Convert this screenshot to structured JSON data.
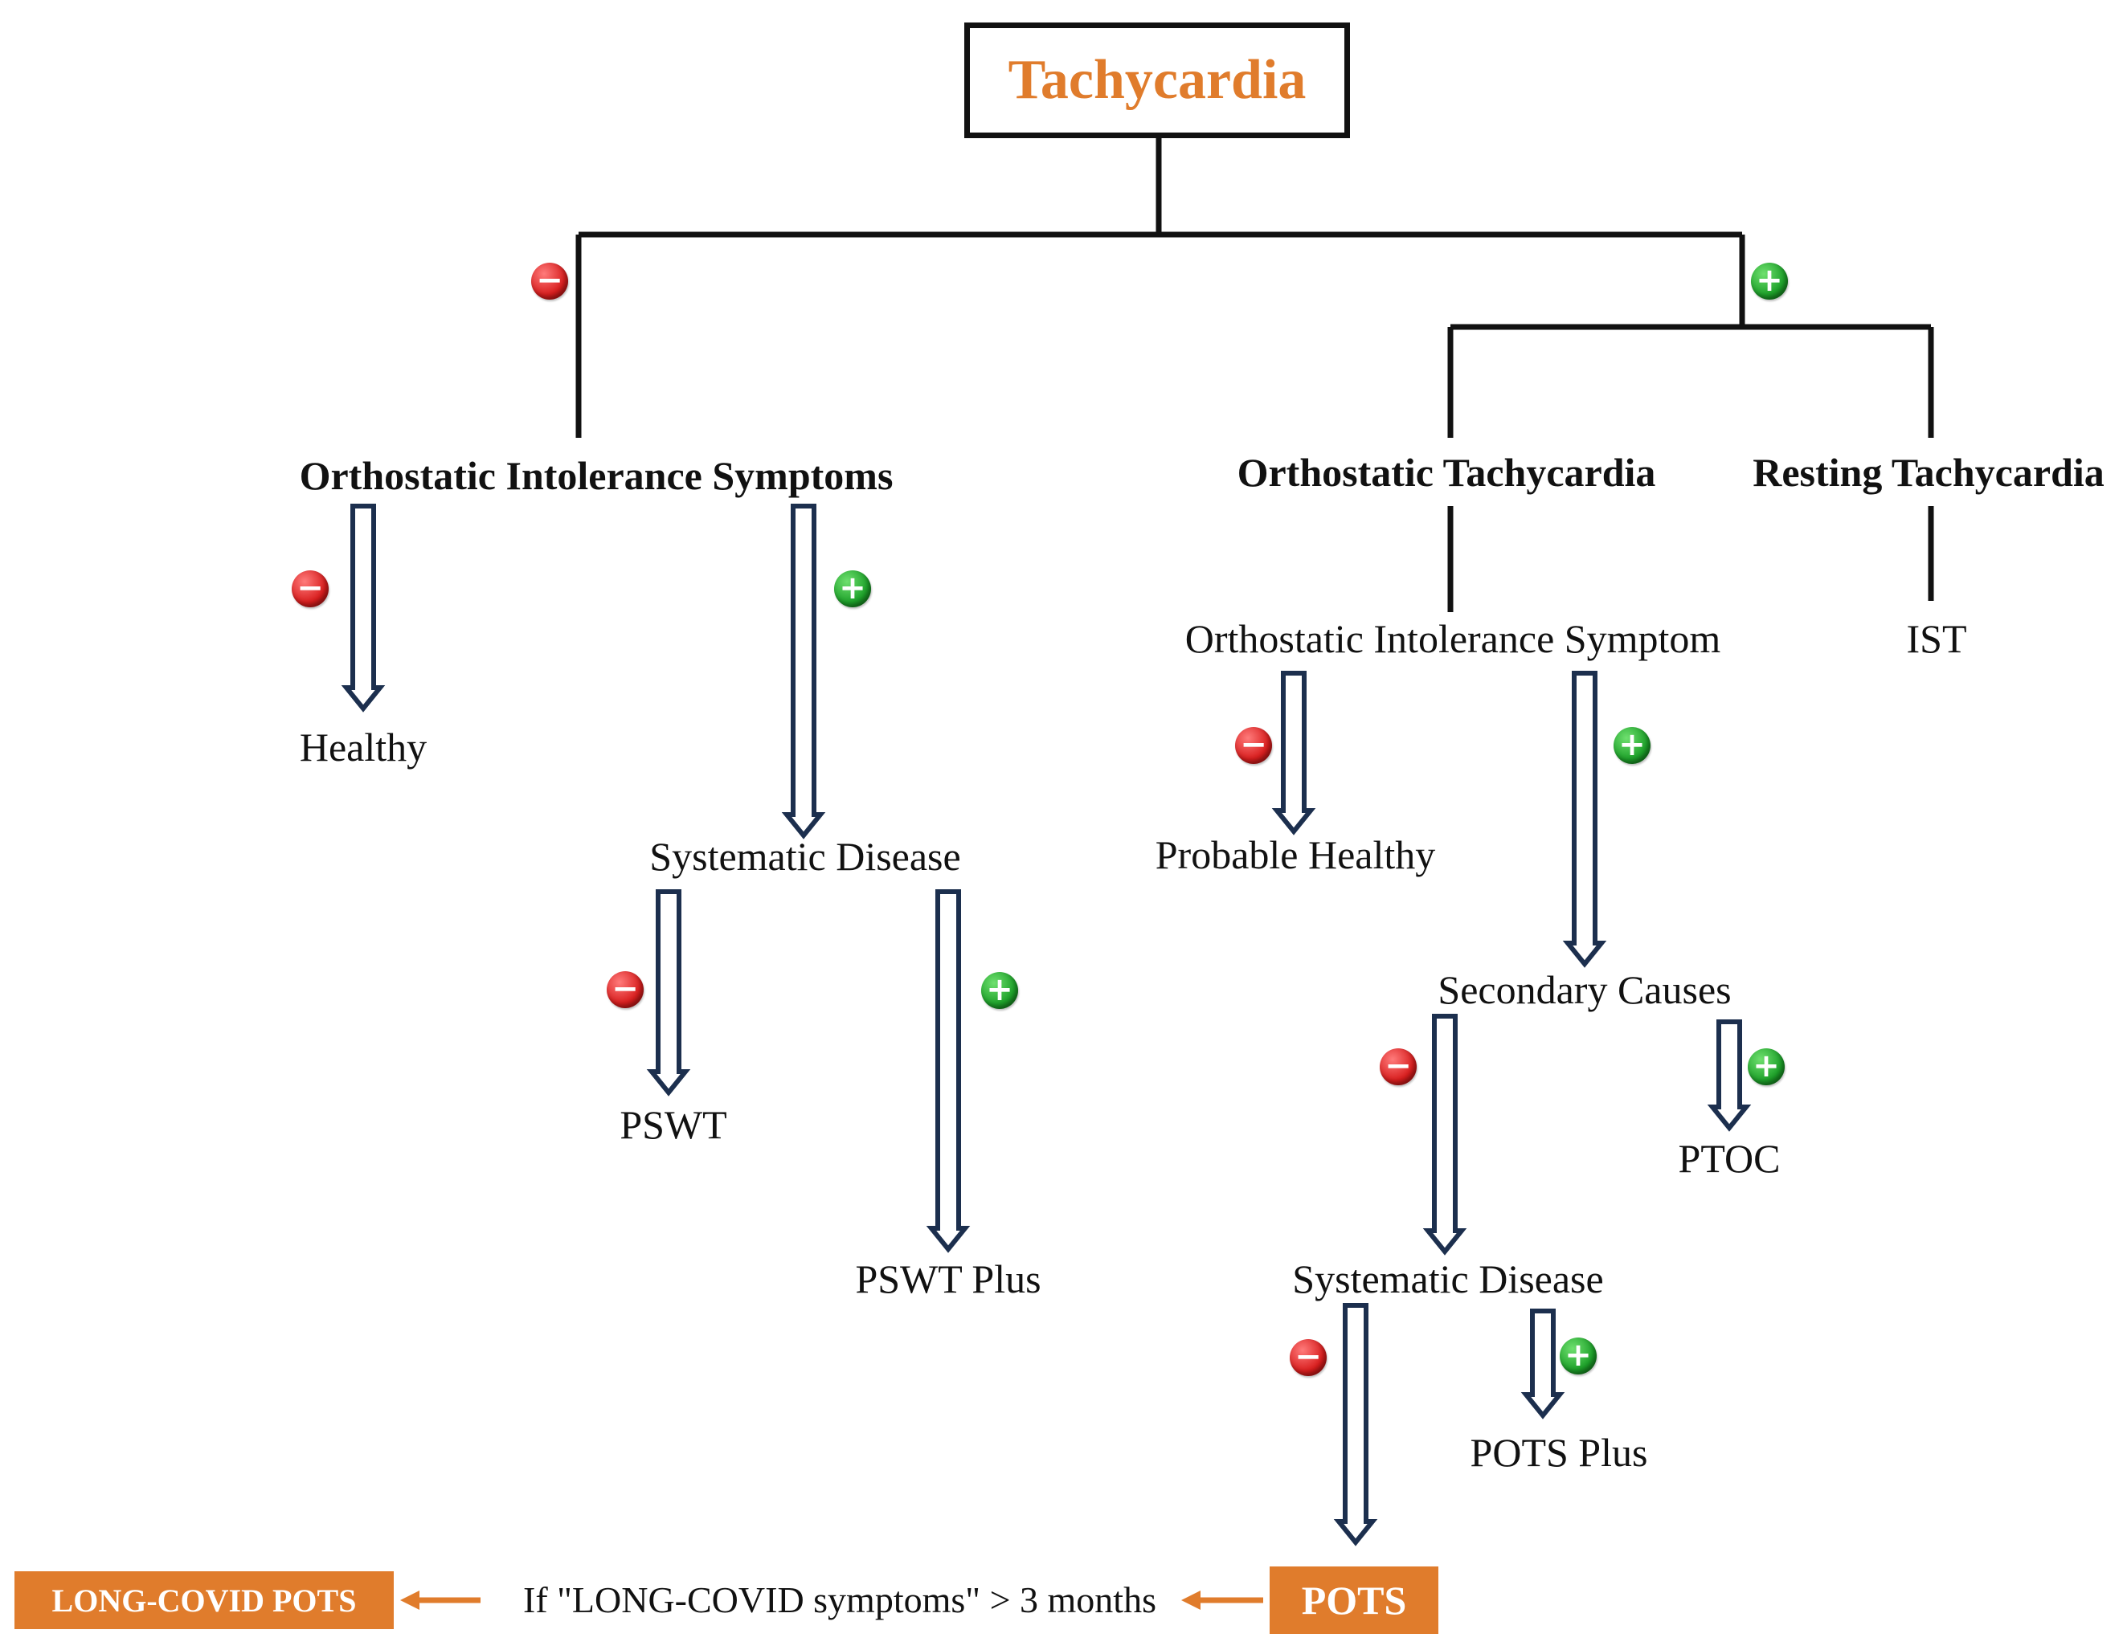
{
  "title": "Tachycardia",
  "symbols": {
    "negative": "−",
    "positive": "+"
  },
  "nodes": {
    "orth_intol_symptoms": "Orthostatic Intolerance Symptoms",
    "orth_tachy": "Orthostatic Tachycardia",
    "resting_tachy": "Resting Tachycardia",
    "healthy": "Healthy",
    "systematic_disease_left": "Systematic Disease",
    "pswt": "PSWT",
    "pswt_plus": "PSWT Plus",
    "orth_intol_symptom": "Orthostatic Intolerance Symptom",
    "ist": "IST",
    "probable_healthy": "Probable Healthy",
    "secondary_causes": "Secondary Causes",
    "ptoc": "PTOC",
    "systematic_disease_right": "Systematic Disease",
    "pots_plus": "POTS Plus",
    "pots": "POTS",
    "long_covid_pots": "LONG-COVID POTS",
    "condition": "If \"LONG-COVID symptoms\" > 3 months"
  },
  "colors": {
    "title_orange": "#e07c2c",
    "arrow_navy": "#1c2f4e",
    "negative_red": "#d81e1e",
    "positive_green": "#1ea12a"
  }
}
